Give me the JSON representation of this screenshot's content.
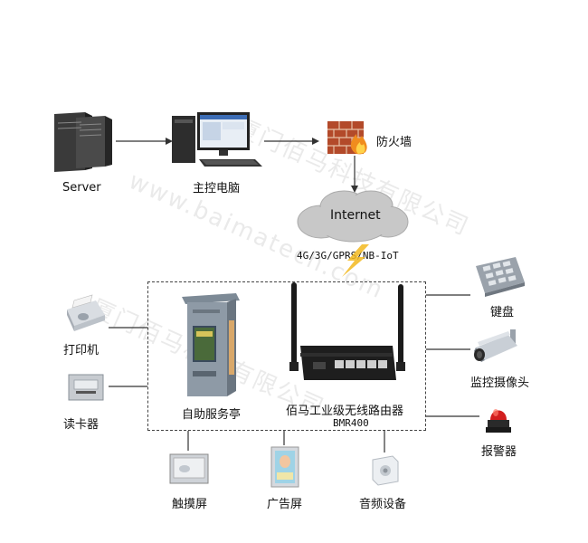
{
  "labels": {
    "server": "Server",
    "pc": "主控电脑",
    "firewall": "防火墙",
    "internet": "Internet",
    "network": "4G/3G/GPRS/NB-IoT",
    "keypad": "键盘",
    "camera": "监控摄像头",
    "alarm": "报警器",
    "printer": "打印机",
    "cardreader": "读卡器",
    "kiosk": "自助服务亭",
    "router": "佰马工业级无线路由器",
    "router_model": "BMR400",
    "touchscreen": "触摸屏",
    "adscreen": "广告屏",
    "audio": "音频设备"
  },
  "watermark": {
    "cn_top": "厦门佰马科技有限公司",
    "en": "www.baimatech.com",
    "cn_bottom": "厦门佰马科技有限公司"
  },
  "colors": {
    "line": "#333333",
    "cloud": "#c8c8c8",
    "firewall": "#b34a2a",
    "flame": "#f08c1e",
    "lightning": "#f2b81e",
    "alarm_red": "#d21e1e"
  }
}
